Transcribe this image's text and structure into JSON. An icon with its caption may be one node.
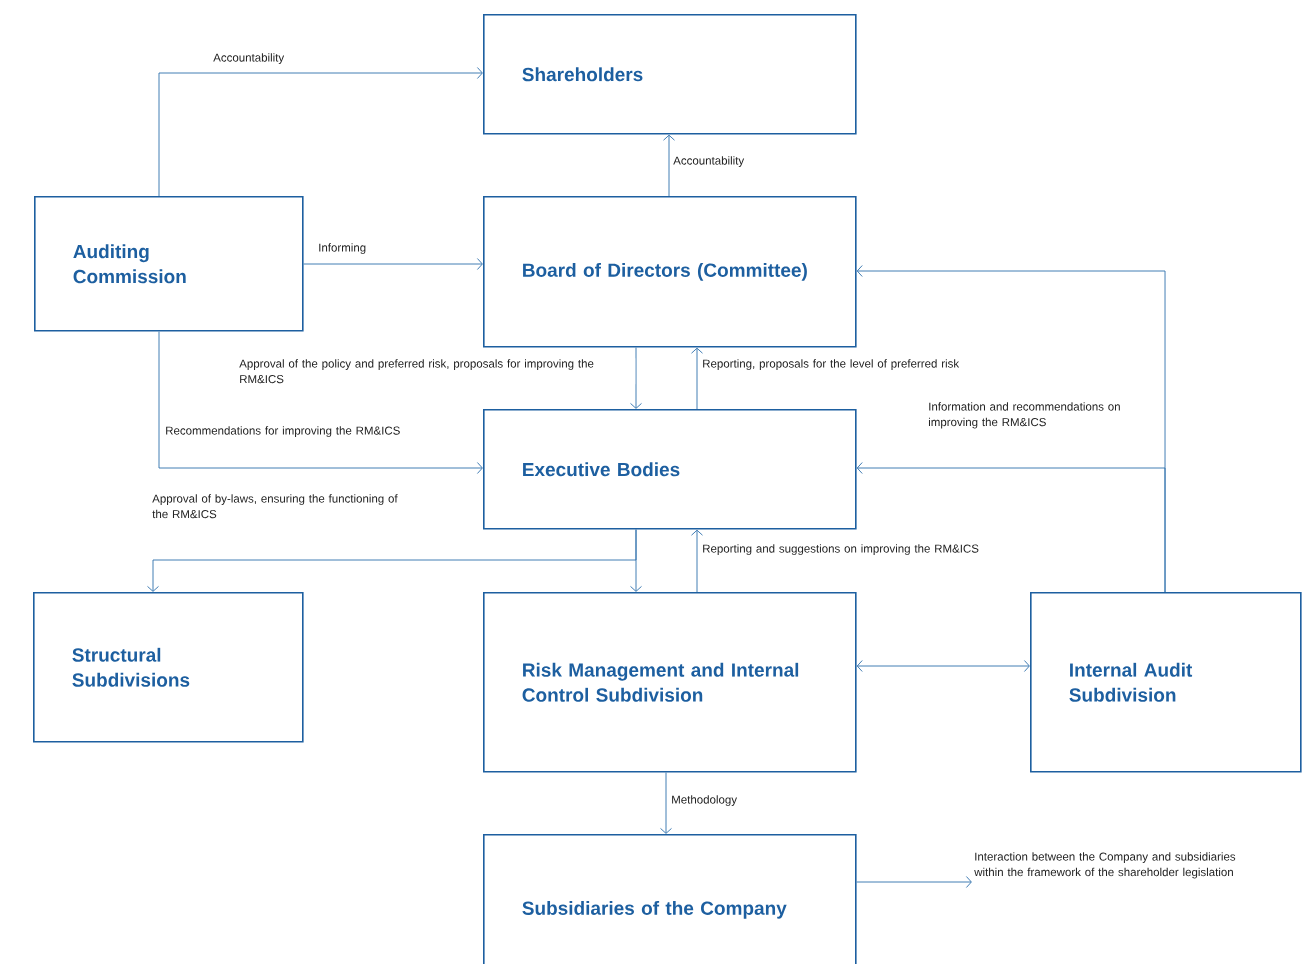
{
  "diagram": {
    "nodes": [
      {
        "text": [
          "Shareholders"
        ]
      },
      {
        "text": [
          "Auditing Commission"
        ]
      },
      {
        "text": [
          "Board of Directors (Committee)"
        ]
      },
      {
        "text": [
          "Executive Bodies"
        ]
      },
      {
        "text": [
          "Structural Subdivisions"
        ]
      },
      {
        "text": [
          "Risk Management and Internal Control Subdivision"
        ]
      },
      {
        "text": [
          "Internal Audit Subdivision"
        ]
      },
      {
        "text": [
          "Subsidiaries of the Company"
        ]
      },
      {
        "text": [
          "Interaction between the Company and subsidiaries within the framework of the shareholder legislation"
        ]
      }
    ],
    "edges": [
      {
        "from": 1,
        "to": 0,
        "arrow": "to",
        "label": "Accountability"
      },
      {
        "from": 2,
        "to": 0,
        "arrow": "to",
        "label": "Accountability"
      },
      {
        "from": 1,
        "to": 2,
        "arrow": "to",
        "label": "Informing"
      },
      {
        "from": 6,
        "to": 2,
        "arrow": "to"
      },
      {
        "from": 6,
        "to": 3,
        "arrow": "to",
        "label": "Information and recommendations on improving the RM&ICS"
      },
      {
        "from": 2,
        "to": 3,
        "arrow": "to",
        "label": "Approval of the policy and preferred risk, proposals for improving the RM&ICS"
      },
      {
        "from": 3,
        "to": 2,
        "arrow": "to",
        "label": "Reporting, proposals for the level of preferred risk"
      },
      {
        "from": 1,
        "to": 3,
        "arrow": "to",
        "label": "Recommendations for improving the RM&ICS"
      },
      {
        "from": 3,
        "to": 4,
        "arrow": "to",
        "label": "Approval of by-laws, ensuring the functioning of the RM&ICS"
      },
      {
        "from": 3,
        "to": 5,
        "arrow": "to"
      },
      {
        "from": 5,
        "to": 3,
        "arrow": "to",
        "label": "Reporting and suggestions on improving the RM&ICS"
      },
      {
        "from": 5,
        "to": 6,
        "arrow": "both"
      },
      {
        "from": 5,
        "to": 7,
        "arrow": "to",
        "label": "Methodology"
      },
      {
        "from": 7,
        "to": 8,
        "arrow": "to"
      }
    ]
  }
}
